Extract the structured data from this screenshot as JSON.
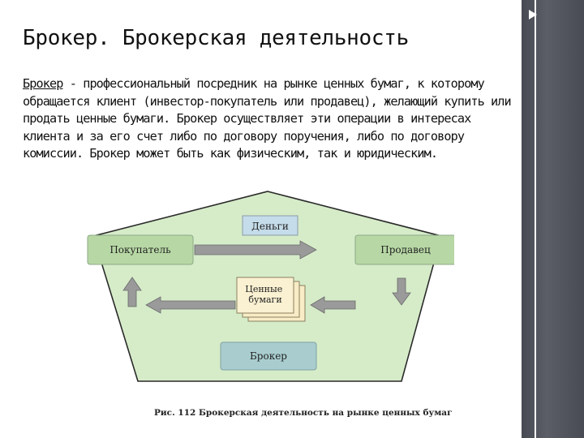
{
  "slide": {
    "title": "Брокер. Брокерская деятельность",
    "definition": {
      "term": "Брокер",
      "text": " - профессиональный посредник на рынке ценных бумаг, к которому обращается клиент (инвестор-покупатель или продавец), желающий купить или продать ценные бумаги. Брокер осуществляет эти операции в интересах клиента и за его счет либо по договору поручения, либо по договору комиссии. Брокер может быть как физическим, так и юридическим."
    }
  },
  "diagram": {
    "buyer_label": "Покупатель",
    "seller_label": "Продавец",
    "money_label": "Деньги",
    "securities_label": "Ценные бумаги",
    "broker_label": "Брокер",
    "caption": "Рис. 112 Брокерская деятельность на рынке ценных бумаг",
    "colors": {
      "background": "#d6ecc9",
      "party_box": "#b7d8a5",
      "broker_box": "#a9cdcf",
      "money_box": "#c5dcea",
      "arrow": "#9a9a9a"
    }
  },
  "sidebar": {
    "arrow_icon": "chevron-right-icon"
  }
}
